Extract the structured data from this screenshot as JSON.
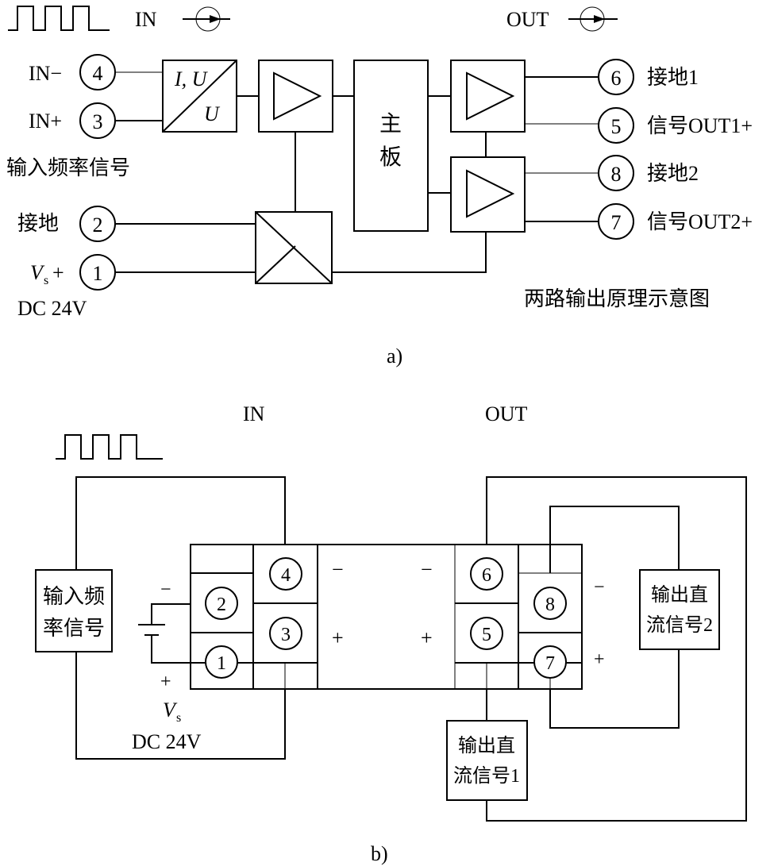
{
  "a": {
    "in_label": "IN",
    "out_label": "OUT",
    "terminals_left": [
      {
        "label": "IN−",
        "num": "4"
      },
      {
        "label": "IN+",
        "num": "3"
      },
      {
        "label": "接地",
        "num": "2"
      },
      {
        "label": "+",
        "num": "1"
      }
    ],
    "input_caption": "输入频率信号",
    "vs_symbol": "V",
    "vs_subscript": "s",
    "supply_label": "DC 24V",
    "converter_top": "I, U",
    "converter_bottom": "U",
    "main_board": [
      "主",
      "板"
    ],
    "terminals_right": [
      {
        "num": "6",
        "label": "接地1"
      },
      {
        "num": "5",
        "label": "信号OUT1+"
      },
      {
        "num": "8",
        "label": "接地2"
      },
      {
        "num": "7",
        "label": "信号OUT2+"
      }
    ],
    "diagram_caption": "两路输出原理示意图",
    "sub_caption": "a)"
  },
  "b": {
    "in_label": "IN",
    "out_label": "OUT",
    "input_box": [
      "输入频",
      "率信号"
    ],
    "terminal_nums": [
      "4",
      "3",
      "2",
      "1",
      "6",
      "5",
      "8",
      "7"
    ],
    "minus": "−",
    "plus": "+",
    "vs_symbol": "V",
    "vs_subscript": "s",
    "supply_label": "DC 24V",
    "output1_box": [
      "输出直",
      "流信号1"
    ],
    "output2_box": [
      "输出直",
      "流信号2"
    ],
    "sub_caption": "b)"
  }
}
